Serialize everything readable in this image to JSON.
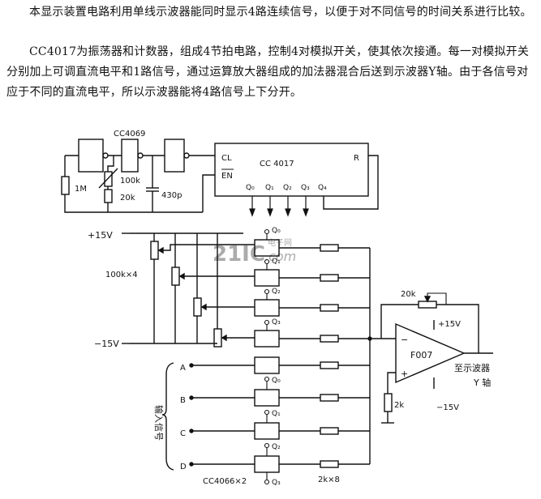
{
  "text": {
    "paragraph1": "本显示装置电路利用单线示波器能同时显示4路连续信号，以便于对不同信号的时间关系进行比较。",
    "paragraph2": "CC4017为振荡器和计数器，组成4节拍电路，控制4对模拟开关，使其依次接通。每一对模拟开关分别加上可调直流电平和1路信号，通过运算放大器组成的加法器混合后送到示波器Y轴。由于各信号对应于不同的直流电平，所以示波器能将4路信号上下分开。"
  },
  "diagram": {
    "ic_cc4069": "CC4069",
    "ic_cc4017": "CC 4017",
    "pin_cl": "CL",
    "pin_en": "EN",
    "pin_r": "R",
    "pin_q0": "Q₀",
    "pin_q1": "Q₁",
    "pin_q2": "Q₂",
    "pin_q3": "Q₃",
    "pin_q4": "Q₄",
    "res_1m": "1M",
    "res_100k": "100k",
    "res_20k": "20k",
    "cap_430p": "430p",
    "plus15v": "+15V",
    "minus15v": "−15V",
    "pot_label": "100k×4",
    "sw_q0_top": "Q₀",
    "sw_q1": "Q₁",
    "sw_q2": "Q₂",
    "sw_q3": "Q₃",
    "sw_q0_b": "Q₀",
    "sw_q1_b": "Q₁",
    "sw_q2_b": "Q₂",
    "sw_q3_b": "Q₃",
    "feedback_20k": "20k",
    "opamp_name": "F007",
    "opamp_vplus": "+15V",
    "opamp_vminus": "−15V",
    "opamp_minus_sign": "−",
    "opamp_plus_sign": "+",
    "ground_2k": "2k",
    "output_label1": "至示波器",
    "output_label2": "Y 轴",
    "input_a": "A",
    "input_b": "B",
    "input_c": "C",
    "input_d": "D",
    "input_signal_label": "输入信号",
    "switch_count": "CC4066×2",
    "res_count": "2k×8"
  },
  "watermark": {
    "logo": "21IC",
    "cn": "电子网",
    "com": ".com"
  }
}
